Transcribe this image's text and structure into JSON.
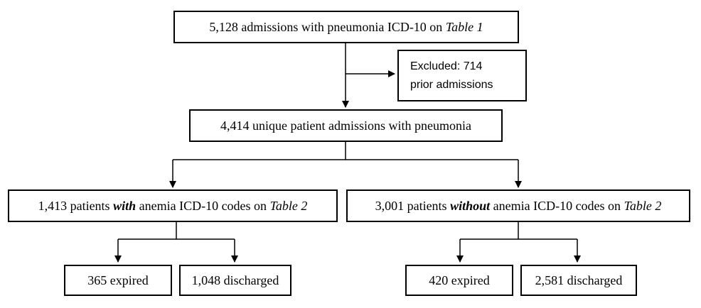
{
  "flowchart": {
    "top": {
      "text": "5,128 admissions with pneumonia ICD-10 on ",
      "emphasis": "Table 1"
    },
    "excluded": {
      "line1": "Excluded: 714",
      "line2": "prior admissions"
    },
    "unique": {
      "text": "4,414 unique patient admissions with pneumonia"
    },
    "with_anemia": {
      "pre": "1,413 patients ",
      "bold": "with",
      "mid": " anemia ICD-10 codes on ",
      "emphasis": "Table 2"
    },
    "without_anemia": {
      "pre": "3,001 patients ",
      "bold": "without",
      "mid": " anemia ICD-10 codes on ",
      "emphasis": "Table 2"
    },
    "with_outcomes": {
      "expired": "365 expired",
      "discharged": "1,048 discharged"
    },
    "without_outcomes": {
      "expired": "420 expired",
      "discharged": "2,581 discharged"
    }
  }
}
